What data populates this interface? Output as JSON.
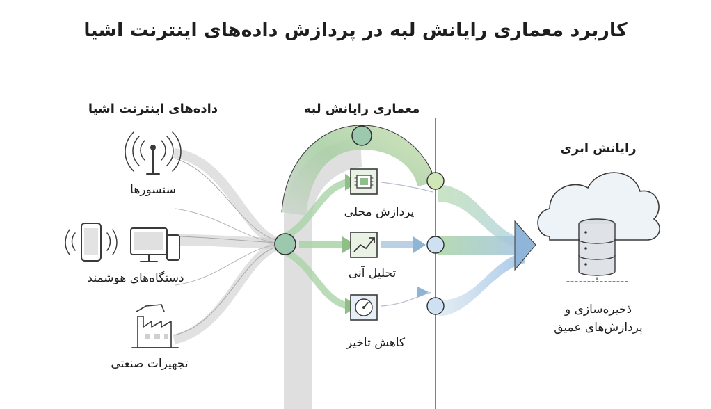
{
  "title": "کاربرد معماری رایانش لبه در پردازش داده‌های اینترنت اشیا",
  "columns": {
    "iot": {
      "heading": "داده‌های اینترنت اشیا",
      "sources": [
        {
          "label": "سنسورها",
          "icon": "antenna-icon"
        },
        {
          "label": "دستگاه‌های هوشمند",
          "icon": "smart-devices-icon"
        },
        {
          "label": "تجهیزات صنعتی",
          "icon": "factory-icon"
        }
      ]
    },
    "edge": {
      "heading": "معماری رایانش لبه",
      "functions": [
        {
          "label": "پردازش محلی",
          "icon": "chip-icon"
        },
        {
          "label": "تحلیل آنی",
          "icon": "trend-chart-icon"
        },
        {
          "label": "کاهش تاخیر",
          "icon": "gauge-icon"
        }
      ]
    },
    "cloud": {
      "heading": "رایانش ابری",
      "description_line1": "ذخیره‌سازی و",
      "description_line2": "پردازش‌های عمیق",
      "icon": "cloud-database-icon"
    }
  },
  "colors": {
    "green_flow": "#a9cfa0",
    "blue_flow": "#a7c7e4",
    "gray_arch": "#cfcfcf",
    "node_fill": "#9cc9ad",
    "green_node": "#cfe6b6",
    "blue_node": "#cde1f2",
    "sketch_stroke": "#3a3a3a"
  }
}
